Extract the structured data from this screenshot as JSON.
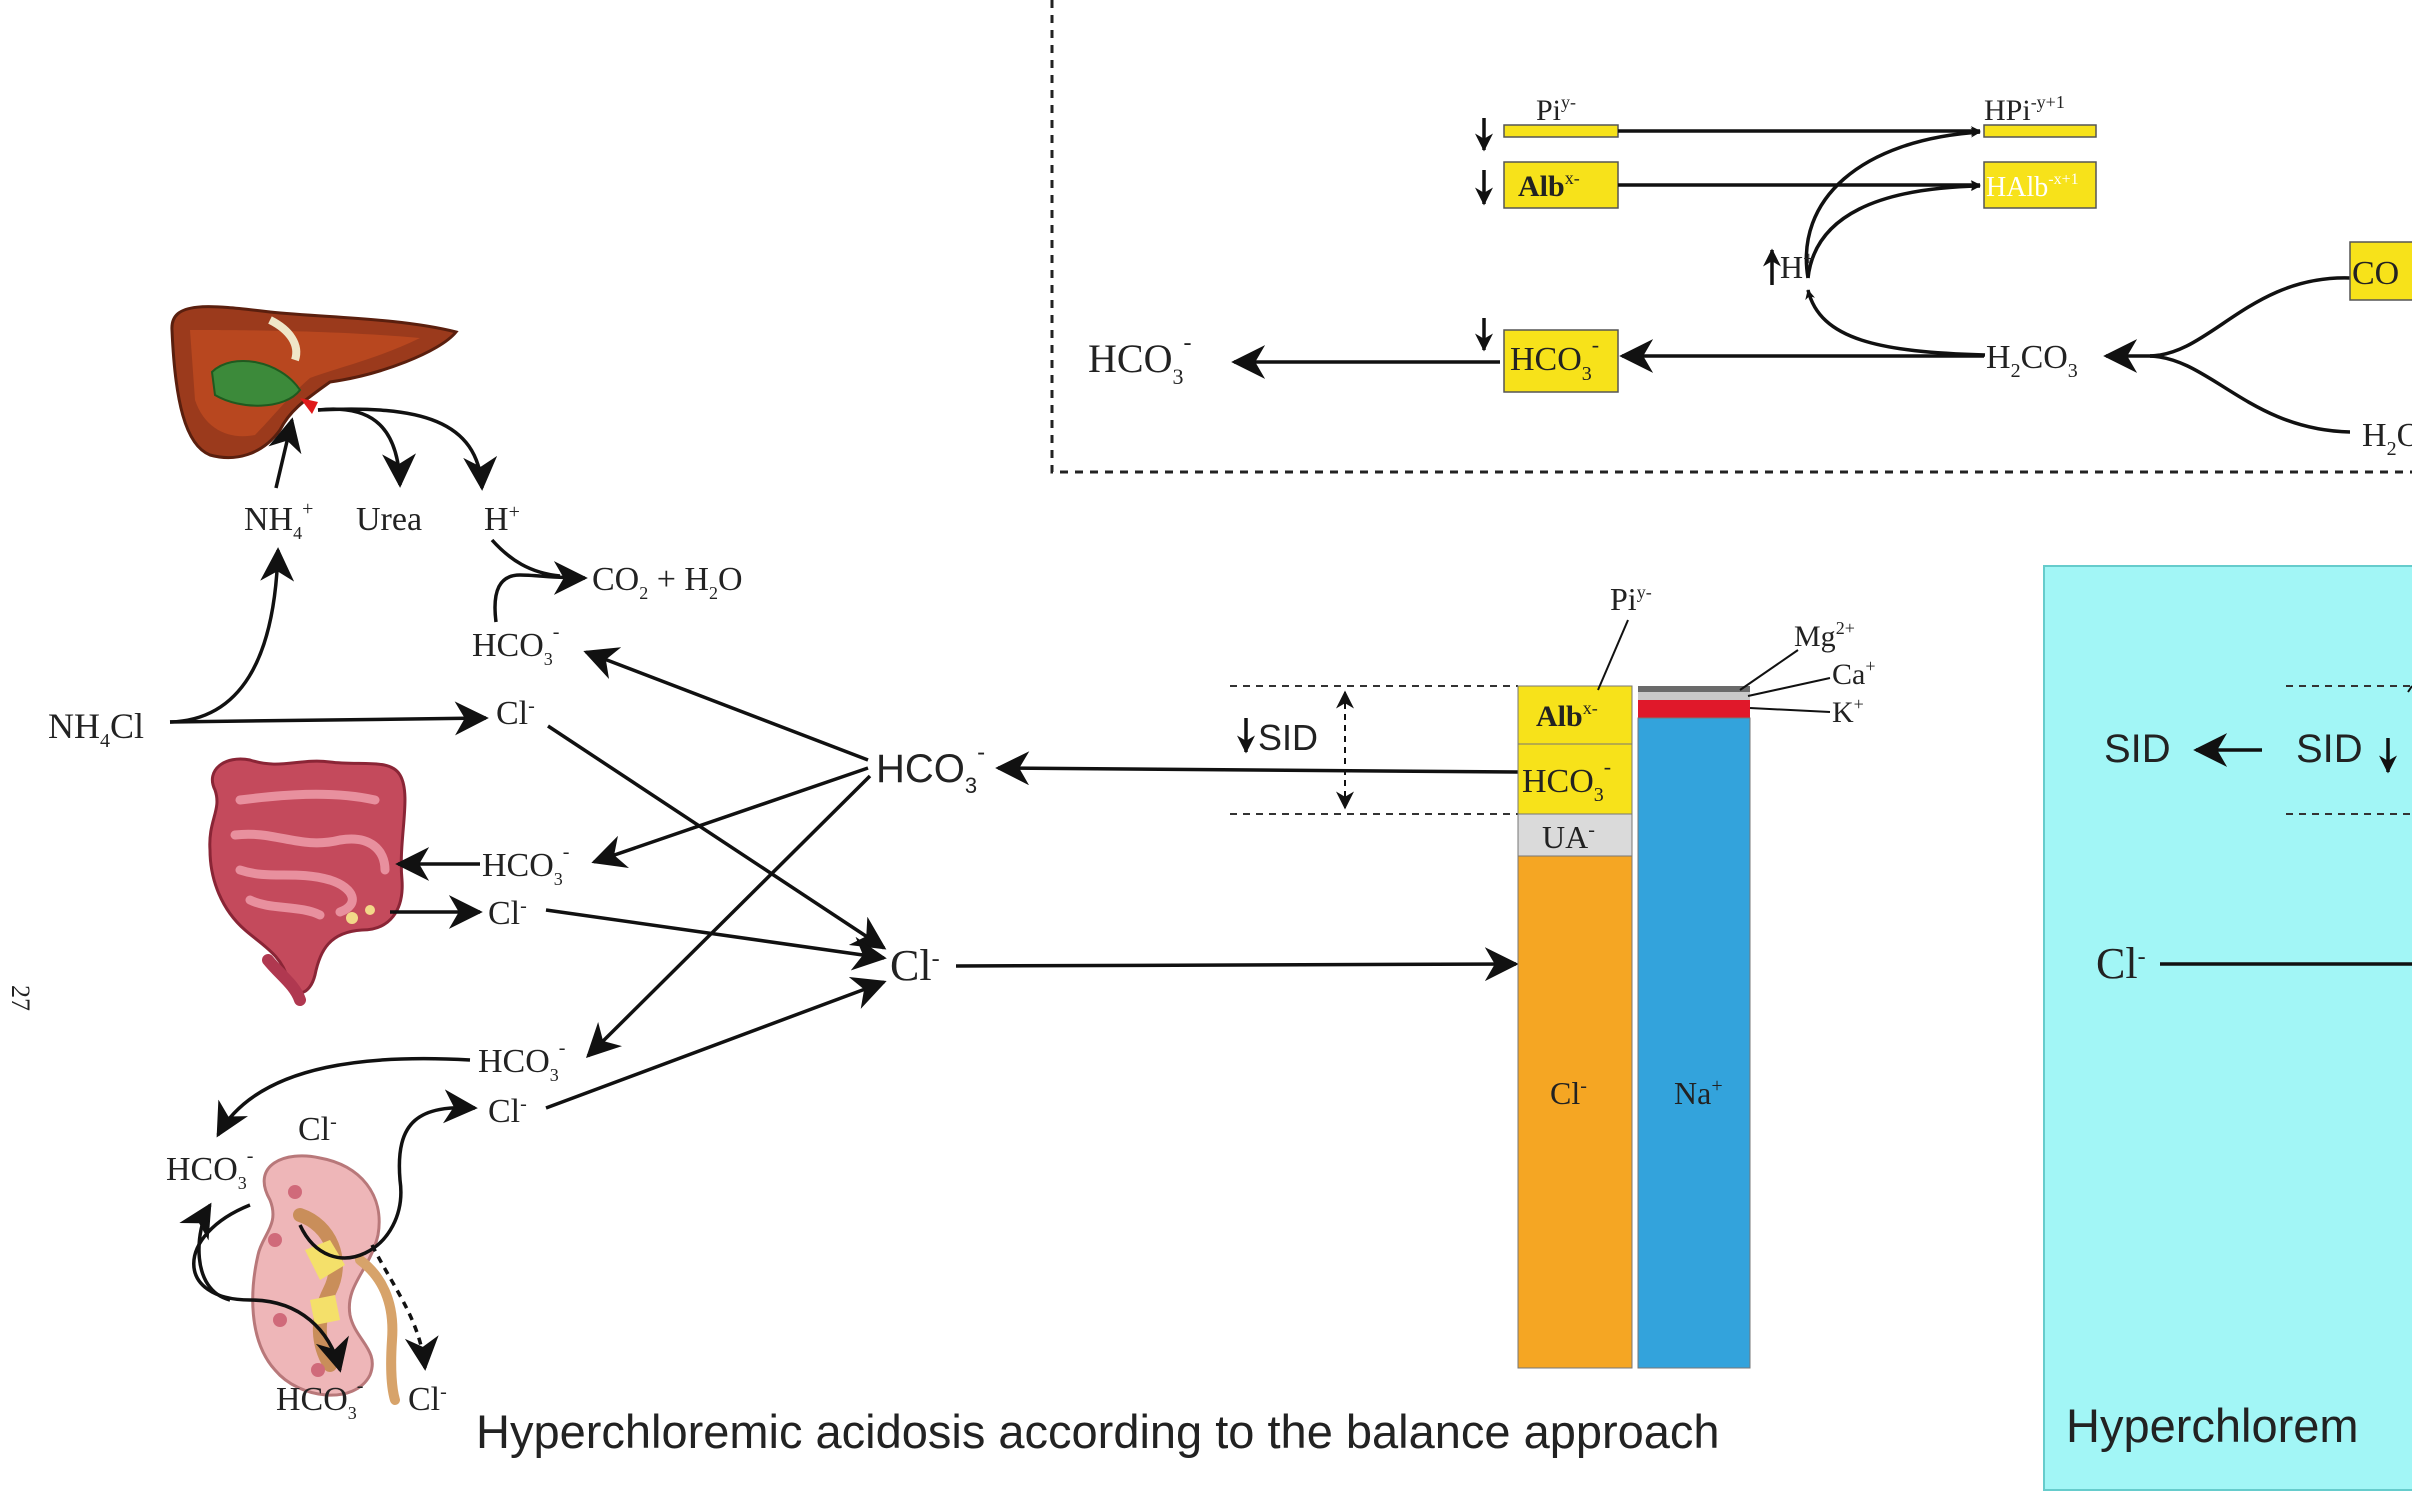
{
  "caption_left": "Hyperchloremic acidosis according to the balance approach",
  "caption_right": "Hyperchlorem",
  "page_number": "27",
  "colors": {
    "yellow": "#f7e21a",
    "orange": "#f5a623",
    "blue": "#33a3dc",
    "red": "#e0182a",
    "grey": "#dadada",
    "cyan_panel": "#a2f6f6"
  },
  "top_panel": {
    "pi": "Pi",
    "pi_sup": "y-",
    "hpi": "HPi",
    "hpi_sup": "-y+1",
    "alb": "Alb",
    "alb_sup": "x-",
    "halb": "HAlb",
    "halb_sup": "-x+1",
    "h": "H",
    "h_sup": "+",
    "hco3_box": "HCO",
    "hco3_out": "HCO",
    "h2co3": "H",
    "co2_box": "CO",
    "h2o": "H",
    "sub_2": "2",
    "sub_3": "3",
    "minus": "-"
  },
  "left_flow": {
    "nh4cl": "NH",
    "nh4cl_tail": "Cl",
    "nh4": "NH",
    "nh4_sub": "4",
    "plus": "+",
    "urea": "Urea",
    "h": "H",
    "co2_h2o": "CO",
    "plus_h2o": " + H",
    "o": "O",
    "hco3": "HCO",
    "cl": "Cl",
    "center_hco3": "HCO",
    "center_cl": "Cl"
  },
  "gamblegram": {
    "pi_label": "Pi",
    "pi_sup": "y-",
    "sid_label": "SID",
    "alb": "Alb",
    "alb_sup": "x-",
    "hco3": "HCO",
    "ua": "UA",
    "cl": "Cl",
    "na": "Na",
    "na_sup": "+",
    "mg": "Mg",
    "mg_sup": "2+",
    "ca": "Ca",
    "ca_sup": "+",
    "k": "K",
    "k_sup": "+"
  },
  "right_panel": {
    "sid_left": "SID",
    "sid_right": "SID",
    "cl": "Cl"
  }
}
